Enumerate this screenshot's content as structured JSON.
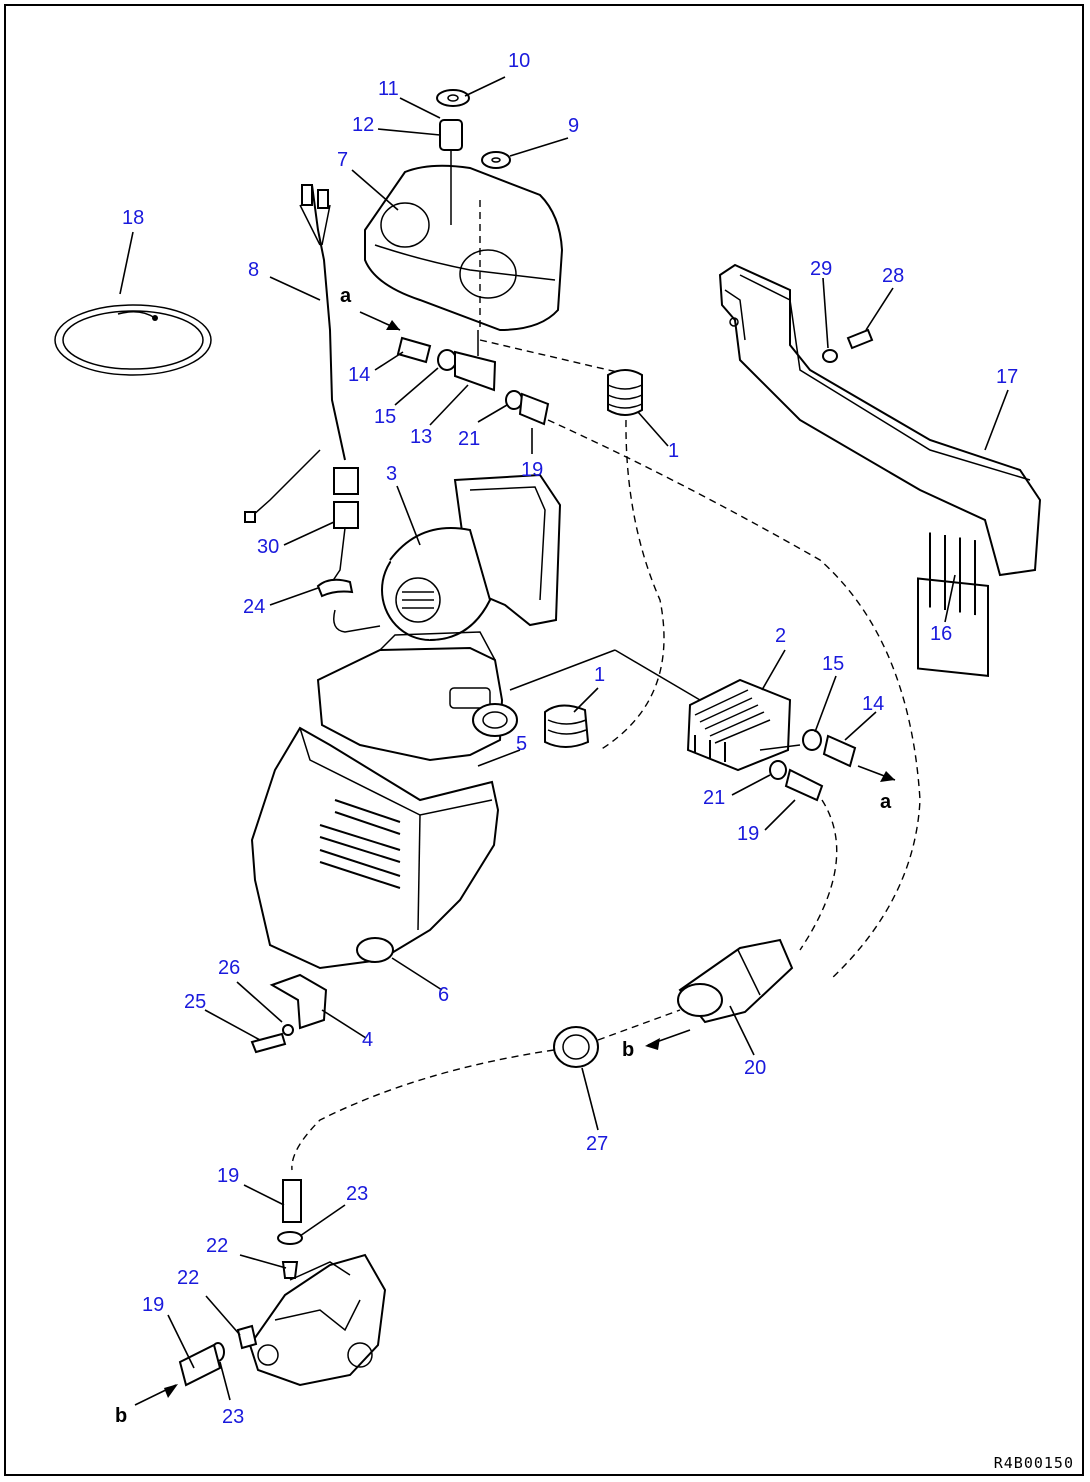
{
  "drawing": {
    "figure_code": "R4B00150"
  },
  "callouts": [
    "1",
    "2",
    "3",
    "4",
    "5",
    "6",
    "7",
    "8",
    "9",
    "10",
    "11",
    "12",
    "13",
    "14",
    "15",
    "16",
    "17",
    "18",
    "19",
    "20",
    "21",
    "22",
    "23",
    "24",
    "25",
    "26",
    "27",
    "28",
    "29",
    "30"
  ],
  "flow_letters": [
    "a",
    "b"
  ]
}
